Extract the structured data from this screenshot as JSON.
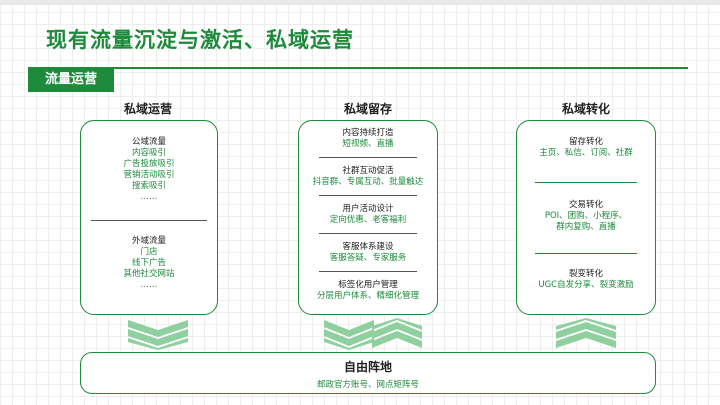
{
  "title": "现有流量沉淀与激活、私域运营",
  "section": "流量运营",
  "columns": [
    {
      "heading": "私域运营",
      "groups": [
        {
          "label": "公域流量",
          "items": [
            "内容吸引",
            "广告投放吸引",
            "营销活动吸引",
            "搜索吸引",
            "……"
          ]
        },
        {
          "label": "外域流量",
          "items": [
            "门店",
            "线下广告",
            "其他社交网站",
            "……"
          ]
        }
      ]
    },
    {
      "heading": "私域留存",
      "groups": [
        {
          "label": "内容持续打造",
          "sub": "短视频、直播"
        },
        {
          "label": "社群互动促活",
          "sub": "抖音群、专属互动、批量触达"
        },
        {
          "label": "用户活动设计",
          "sub": "定向优惠、老客福利"
        },
        {
          "label": "客服体系建设",
          "sub": "客服答疑、专家服务"
        },
        {
          "label": "标签化用户管理",
          "sub": "分层用户体系、精细化管理"
        }
      ]
    },
    {
      "heading": "私域转化",
      "groups": [
        {
          "label": "留存转化",
          "sub": "主页、私信、订阅、社群"
        },
        {
          "label": "交易转化",
          "sub": "POI、团购、小程序、",
          "sub2": "群内复购、直播"
        },
        {
          "label": "裂变转化",
          "sub": "UGC自发分享、裂变激励"
        }
      ]
    }
  ],
  "bottom": {
    "title": "自由阵地",
    "sub": "邮政官方账号、网点矩阵号"
  },
  "colors": {
    "accent": "#1e8a3c",
    "chevron": "#8fd19e"
  }
}
